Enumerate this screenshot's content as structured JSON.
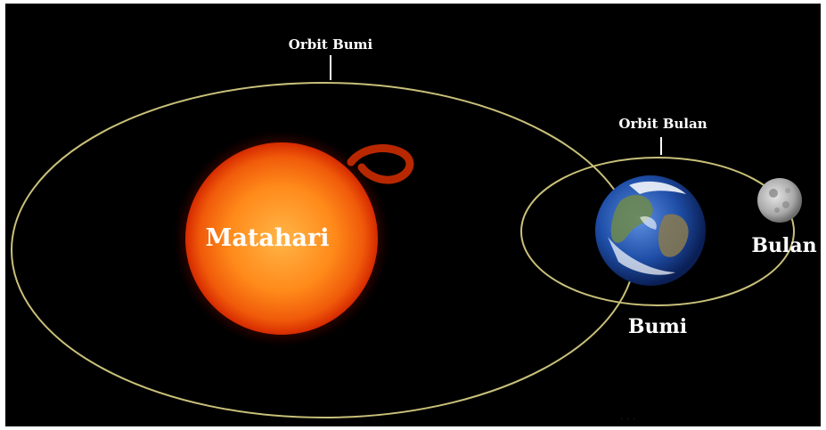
{
  "labels": {
    "orbit_earth": "Orbit Bumi",
    "orbit_moon": "Orbit Bulan",
    "sun": "Matahari",
    "earth": "Bumi",
    "moon": "Bulan"
  },
  "colors": {
    "background": "#000000",
    "orbit_line": "#c9c07a",
    "sun_core": "#ff8a1a",
    "sun_edge": "#e02a00",
    "earth_ocean": "#1f4fa8",
    "moon": "#bdbdbd"
  }
}
